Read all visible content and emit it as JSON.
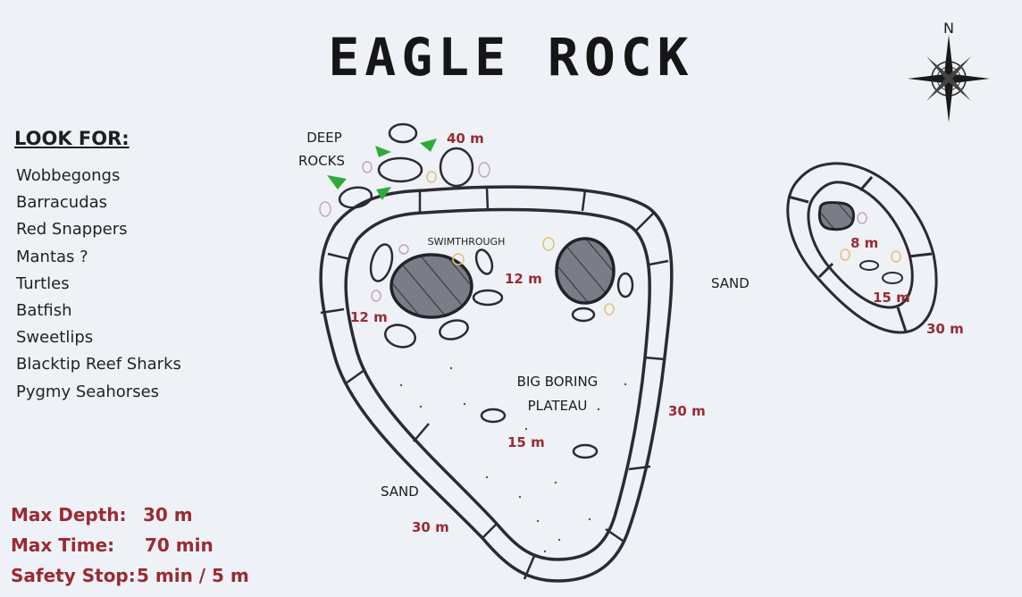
{
  "title": "EAGLE ROCK",
  "compass": {
    "north_label": "N"
  },
  "look_for": {
    "heading": "LOOK FOR:",
    "items": [
      "Wobbegongs",
      "Barracudas",
      "Red Snappers",
      "Mantas ?",
      "Turtles",
      "Batfish",
      "Sweetlips",
      "Blacktip Reef Sharks",
      "Pygmy Seahorses"
    ]
  },
  "dive_stats": [
    {
      "label": "Max Depth:",
      "value": "30 m"
    },
    {
      "label": "Max Time:",
      "value": "70 min"
    },
    {
      "label": "Safety Stop:",
      "value": "5 min / 5 m"
    }
  ],
  "map_labels": {
    "deep_rocks_1": "DEEP",
    "deep_rocks_2": "ROCKS",
    "depth_40": "40 m",
    "swimthrough": "SWIMTHROUGH",
    "depth_12_right": "12 m",
    "depth_12_left": "12 m",
    "sand_right": "SAND",
    "plateau_1": "BIG BORING",
    "plateau_2": "PLATEAU",
    "depth_15_plateau": "15 m",
    "depth_30_right": "30 m",
    "sand_bottom": "SAND",
    "depth_30_bottom": "30 m",
    "depth_8_island": "8 m",
    "depth_15_island": "15 m",
    "depth_30_island": "30 m"
  },
  "colors": {
    "background": "#eef2f6",
    "depth_red": "#9b2a33",
    "rock_fill": "#7a7d87",
    "coral_green": "#2faa3a",
    "coral_pink": "#c9a0c9",
    "coral_yellow": "#e2c070"
  }
}
